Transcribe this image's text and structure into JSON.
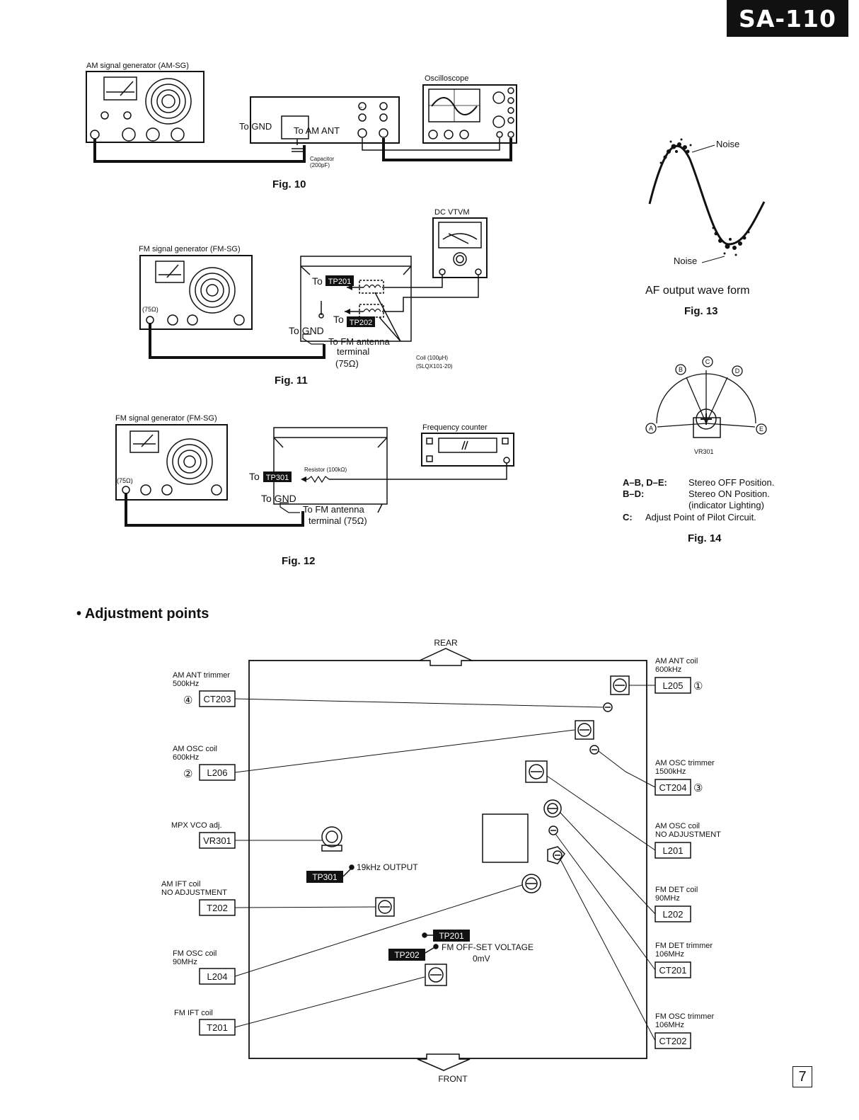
{
  "header": {
    "model": "SA-110"
  },
  "fig10": {
    "caption": "Fig. 10",
    "generator_label": "AM signal generator (AM-SG)",
    "scope_label": "Oscilloscope",
    "to_gnd": "To GND",
    "to_am_ant": "To AM ANT",
    "capacitor": "Capacitor",
    "capacitor_value": "(200pF)"
  },
  "fig11": {
    "caption": "Fig. 11",
    "generator_label": "FM signal generator (FM-SG)",
    "impedance": "(75Ω)",
    "vtvm_label": "DC VTVM",
    "to": "To",
    "tp201": "TP201",
    "tp202": "TP202",
    "to_gnd": "To GND",
    "fm_antenna_1": "To FM antenna",
    "fm_antenna_2": "terminal",
    "fm_antenna_3": "(75Ω)",
    "coil": "Coil (100μH)",
    "coil_part": "(SLQX101-20)"
  },
  "fig12": {
    "caption": "Fig. 12",
    "generator_label": "FM signal generator (FM-SG)",
    "impedance": "(75Ω)",
    "counter_label": "Frequency counter",
    "to": "To",
    "tp301": "TP301",
    "resistor": "Resistor (100kΩ)",
    "to_gnd": "To GND",
    "fm_antenna_1": "To FM antenna",
    "fm_antenna_2": "terminal (75Ω)"
  },
  "fig13": {
    "caption": "Fig. 13",
    "noise_top": "Noise",
    "noise_bottom": "Noise",
    "label": "AF output wave form"
  },
  "fig14": {
    "caption": "Fig. 14",
    "vr_label": "VR301",
    "points": [
      "A",
      "B",
      "C",
      "D",
      "E"
    ],
    "legend": [
      {
        "key": "A–B, D–E:",
        "text": "Stereo OFF Position."
      },
      {
        "key": "B–D:",
        "text": "Stereo ON Position."
      },
      {
        "key": "",
        "text": "(indicator Lighting)"
      },
      {
        "key": "C:",
        "text": "Adjust Point of Pilot Circuit."
      }
    ]
  },
  "adjustment": {
    "title": "• Adjustment points",
    "rear": "REAR",
    "front": "FRONT",
    "left": [
      {
        "l1": "AM ANT trimmer",
        "l2": "500kHz",
        "num": "④",
        "part": "CT203"
      },
      {
        "l1": "AM OSC coil",
        "l2": "600kHz",
        "num": "②",
        "part": "L206"
      },
      {
        "l1": "MPX VCO adj.",
        "l2": "",
        "num": "",
        "part": "VR301"
      },
      {
        "l1": "AM IFT coil",
        "l2": "NO ADJUSTMENT",
        "num": "",
        "part": "T202"
      },
      {
        "l1": "FM OSC coil",
        "l2": "90MHz",
        "num": "",
        "part": "L204"
      },
      {
        "l1": "FM IFT coil",
        "l2": "",
        "num": "",
        "part": "T201"
      }
    ],
    "right": [
      {
        "l1": "AM ANT coil",
        "l2": "600kHz",
        "num": "①",
        "part": "L205"
      },
      {
        "l1": "AM OSC trimmer",
        "l2": "1500kHz",
        "num": "③",
        "part": "CT204"
      },
      {
        "l1": "AM OSC coil",
        "l2": "NO ADJUSTMENT",
        "num": "",
        "part": "L201"
      },
      {
        "l1": "FM DET coil",
        "l2": "90MHz",
        "num": "",
        "part": "L202"
      },
      {
        "l1": "FM DET trimmer",
        "l2": "106MHz",
        "num": "",
        "part": "CT201"
      },
      {
        "l1": "FM OSC trimmer",
        "l2": "106MHz",
        "num": "",
        "part": "CT202"
      }
    ],
    "tp301": "TP301",
    "tp301_note": "19kHz OUTPUT",
    "tp201": "TP201",
    "tp202": "TP202",
    "offset_note": "FM OFF-SET VOLTAGE",
    "offset_value": "0mV"
  },
  "footer": {
    "page": "7"
  }
}
